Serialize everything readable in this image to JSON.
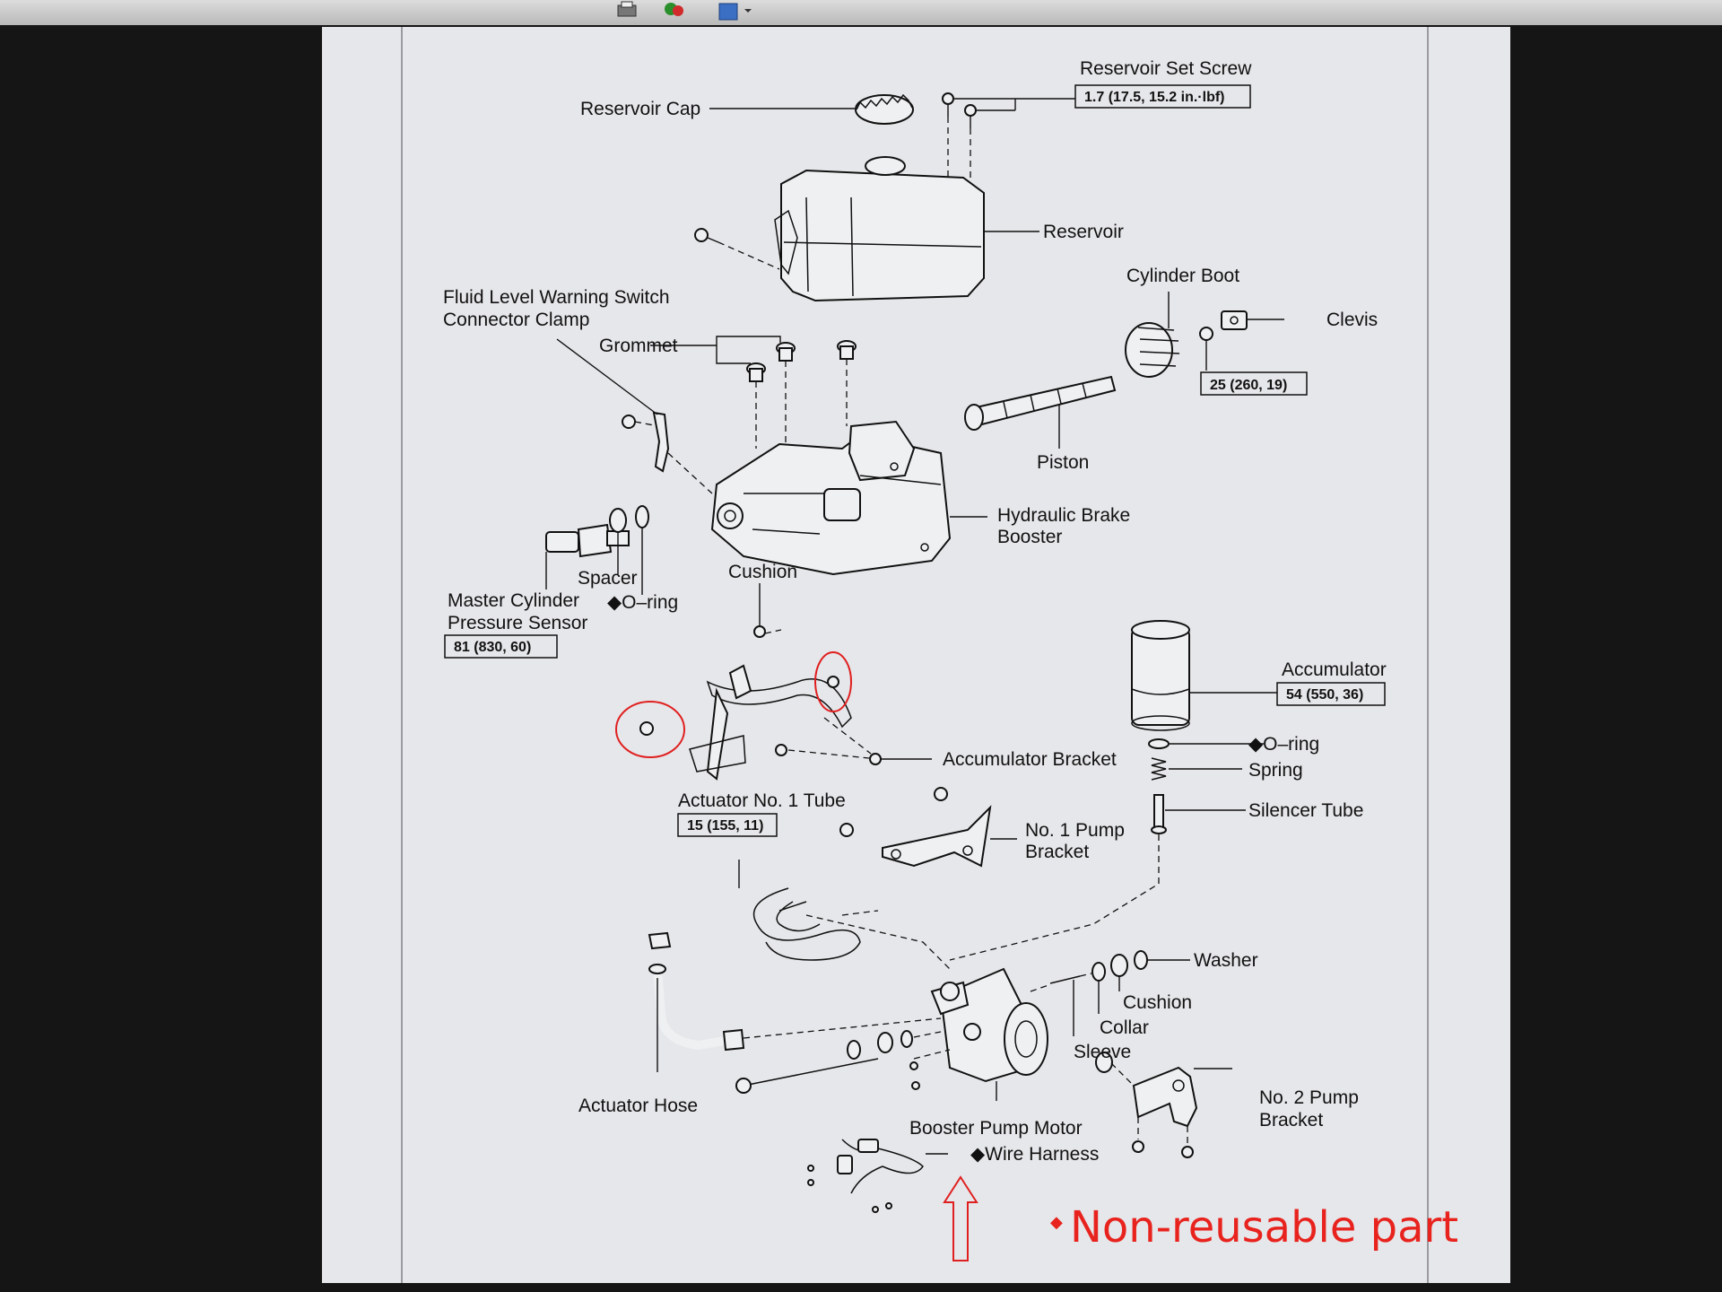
{
  "labels": {
    "reservoir_set_screw": "Reservoir Set Screw",
    "reservoir_set_screw_torque": "1.7 (17.5, 15.2 in.·lbf)",
    "reservoir_cap": "Reservoir Cap",
    "reservoir": "Reservoir",
    "cylinder_boot": "Cylinder Boot",
    "clevis": "Clevis",
    "clevis_torque": "25 (260, 19)",
    "fluid_level_switch_line1": "Fluid Level Warning Switch",
    "fluid_level_switch_line2": "Connector Clamp",
    "grommet": "Grommet",
    "piston": "Piston",
    "hydraulic_brake_booster_line1": "Hydraulic Brake",
    "hydraulic_brake_booster_line2": "Booster",
    "spacer": "Spacer",
    "o_ring_upper": "◆O–ring",
    "cushion_upper": "Cushion",
    "master_cylinder_line1": "Master Cylinder",
    "master_cylinder_line2": "Pressure Sensor",
    "master_cylinder_torque": "81 (830, 60)",
    "accumulator": "Accumulator",
    "accumulator_torque": "54 (550, 36)",
    "o_ring_lower": "◆O–ring",
    "spring": "Spring",
    "accumulator_bracket": "Accumulator Bracket",
    "actuator_tube": "Actuator No. 1 Tube",
    "actuator_tube_torque": "15 (155, 11)",
    "pump_bracket_1_line1": "No. 1 Pump",
    "pump_bracket_1_line2": "Bracket",
    "silencer_tube": "Silencer Tube",
    "washer": "Washer",
    "cushion_lower": "Cushion",
    "collar": "Collar",
    "sleeve": "Sleeve",
    "actuator_hose": "Actuator Hose",
    "pump_bracket_2_line1": "No. 2 Pump",
    "pump_bracket_2_line2": "Bracket",
    "booster_pump_motor": "Booster Pump Motor",
    "wire_harness": "◆Wire Harness"
  },
  "annotation": {
    "note": "Non-reusable part",
    "note_bullet": "◆",
    "color": "#e8231e"
  }
}
